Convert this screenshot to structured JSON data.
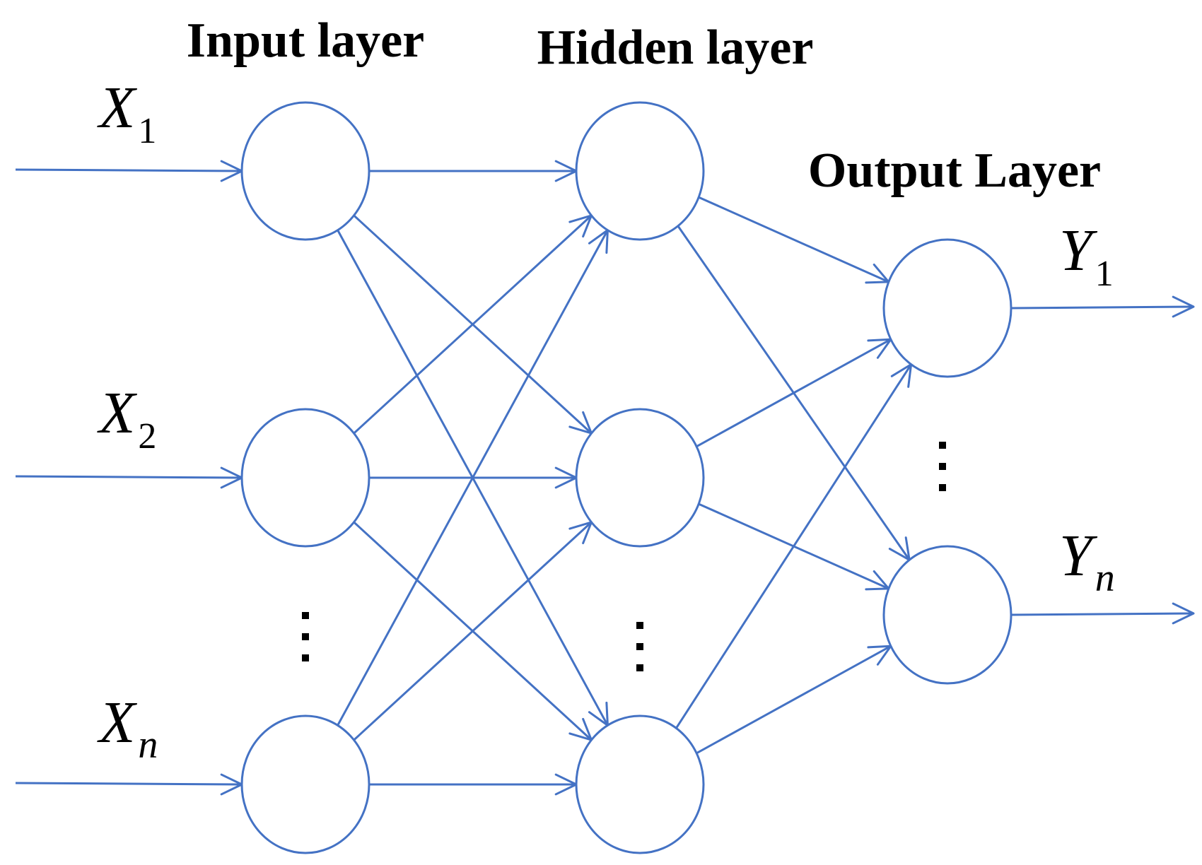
{
  "colors": {
    "line": "#4472C4",
    "text": "#000000",
    "background": "#ffffff"
  },
  "layers": {
    "input": {
      "title": "Input layer",
      "nodes": [
        {
          "id": "in1",
          "label_main": "X",
          "label_sub": "1",
          "sub_style": "num"
        },
        {
          "id": "in2",
          "label_main": "X",
          "label_sub": "2",
          "sub_style": "num"
        },
        {
          "id": "in3",
          "label_main": "X",
          "label_sub": "n",
          "sub_style": "it"
        }
      ]
    },
    "hidden": {
      "title": "Hidden layer",
      "nodes": [
        {
          "id": "h1"
        },
        {
          "id": "h2"
        },
        {
          "id": "h3"
        }
      ]
    },
    "output": {
      "title": "Output Layer",
      "nodes": [
        {
          "id": "o1",
          "label_main": "Y",
          "label_sub": "1",
          "sub_style": "num"
        },
        {
          "id": "o2",
          "label_main": "Y",
          "label_sub": "n",
          "sub_style": "it"
        }
      ]
    }
  },
  "edges": [
    [
      "in1",
      "h1"
    ],
    [
      "in1",
      "h2"
    ],
    [
      "in1",
      "h3"
    ],
    [
      "in2",
      "h1"
    ],
    [
      "in2",
      "h2"
    ],
    [
      "in2",
      "h3"
    ],
    [
      "in3",
      "h1"
    ],
    [
      "in3",
      "h2"
    ],
    [
      "in3",
      "h3"
    ],
    [
      "h1",
      "o1"
    ],
    [
      "h1",
      "o2"
    ],
    [
      "h2",
      "o1"
    ],
    [
      "h2",
      "o2"
    ],
    [
      "h3",
      "o1"
    ],
    [
      "h3",
      "o2"
    ]
  ]
}
